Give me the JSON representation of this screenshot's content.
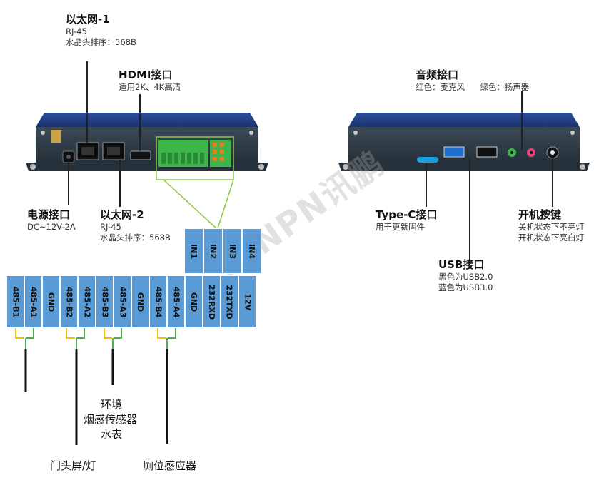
{
  "left_device": {
    "eth1": {
      "title": "以太网-1",
      "line1": "RJ-45",
      "line2": "水晶头排序：568B"
    },
    "hdmi": {
      "title": "HDMI接口",
      "line1": "适用2K、4K高清"
    },
    "power": {
      "title": "电源接口",
      "line1": "DC~12V-2A"
    },
    "eth2": {
      "title": "以太网-2",
      "line1": "RJ-45",
      "line2": "水晶头排序：568B"
    }
  },
  "right_device": {
    "audio": {
      "title": "音频接口",
      "red": "红色：麦克风",
      "green": "绿色：扬声器"
    },
    "typec": {
      "title": "Type-C接口",
      "line1": "用于更新固件"
    },
    "power_button": {
      "title": "开机按键",
      "line1": "关机状态下不亮灯",
      "line2": "开机状态下亮白灯"
    },
    "usb": {
      "title": "USB接口",
      "line1": "黑色为USB2.0",
      "line2": "蓝色为USB3.0"
    }
  },
  "terminals_top": [
    "IN1",
    "IN2",
    "IN3",
    "IN4"
  ],
  "terminals_bottom": [
    "485-B1",
    "485-A1",
    "GND",
    "485-B2",
    "485-A2",
    "485-B3",
    "485-A3",
    "GND",
    "485-B4",
    "485-A4",
    "GND",
    "232RXD",
    "232TXD",
    "12V"
  ],
  "sensors": {
    "env": "环境",
    "smoke": "烟感传感器",
    "water": "水表",
    "door": "门头屏/灯",
    "toilet": "厕位感应器"
  },
  "watermark": "SUNPN讯鹏",
  "colors": {
    "terminal": "#5b9bd5",
    "device_body": "#2e3b45",
    "connector_green": "#3cb54a",
    "wire_yellow": "#f2c300",
    "wire_green": "#4caf50"
  }
}
